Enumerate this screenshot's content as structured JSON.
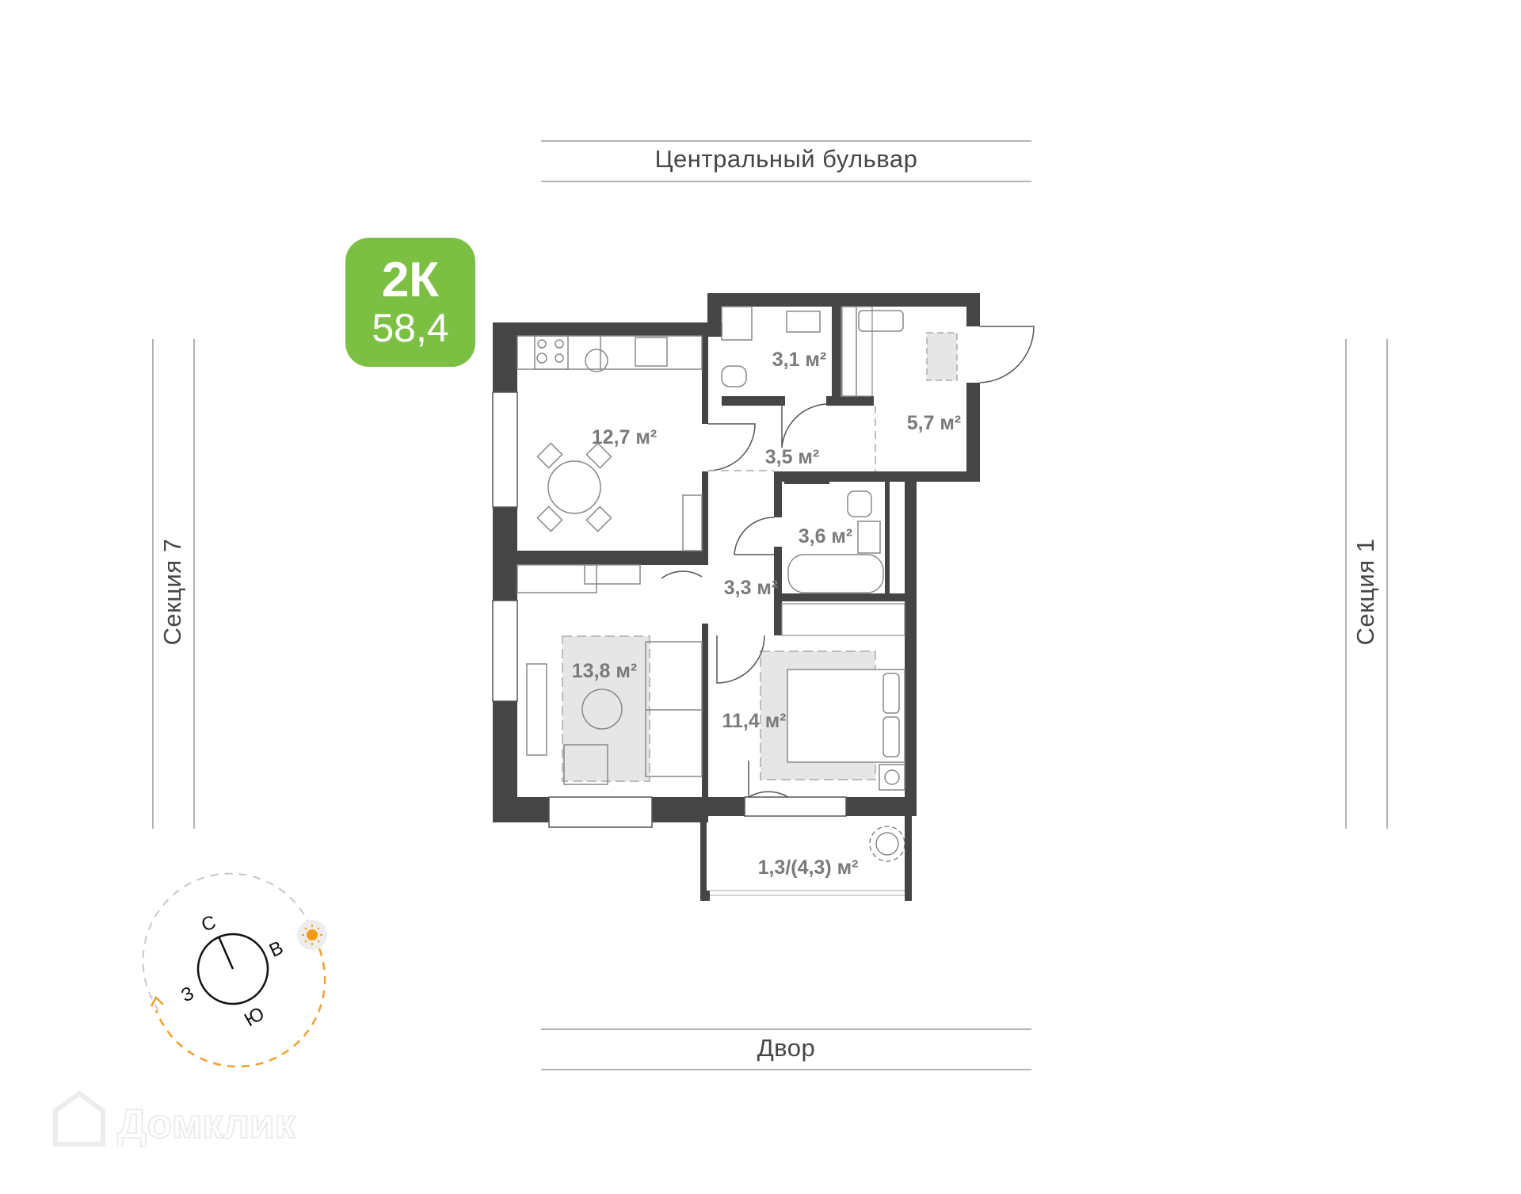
{
  "badge": {
    "type": "2К",
    "area": "58,4",
    "color": "#7cc043"
  },
  "surroundings": {
    "top": "Центральный бульвар",
    "bottom": "Двор",
    "left": "Секция 7",
    "right": "Секция 1"
  },
  "rooms": [
    {
      "id": "kitchen",
      "area": "12,7 м²"
    },
    {
      "id": "toilet",
      "area": "3,1 м²"
    },
    {
      "id": "hall-entrance",
      "area": "5,7 м²"
    },
    {
      "id": "corridor-upper",
      "area": "3,5 м²"
    },
    {
      "id": "bathroom",
      "area": "3,6 м²"
    },
    {
      "id": "corridor-lower",
      "area": "3,3 м²"
    },
    {
      "id": "living-room",
      "area": "13,8 м²"
    },
    {
      "id": "bedroom",
      "area": "11,4 м²"
    },
    {
      "id": "balcony",
      "area": "1,3/(4,3) м²"
    }
  ],
  "compass": {
    "north": "С",
    "east": "В",
    "south": "Ю",
    "west": "З",
    "sun_color": "#f39c12",
    "arc_color": "#f0a030"
  },
  "watermark": "Домклик",
  "colors": {
    "wall": "#454545",
    "label": "#7a7a7a",
    "rug": "#e4e4e4"
  }
}
